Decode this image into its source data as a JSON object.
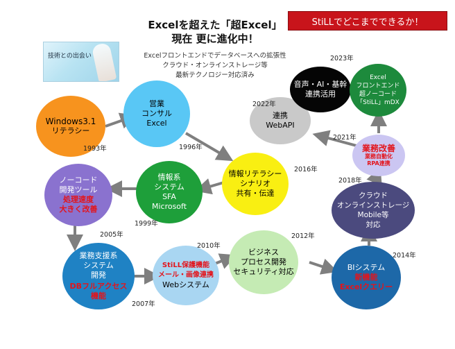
{
  "header": {
    "title_line1": "Excelを超えた「超Excel」",
    "title_line2": "現在 更に進化中！",
    "banner": "StiLLでどこまでできるか！",
    "sub_line1": "Excelフロントエンドでデータベースへの拡張性",
    "sub_line2": "クラウド・オンラインストレージ等",
    "sub_line3": "最新テクノロジー対応済み"
  },
  "photo": {
    "label": "技術との出会い"
  },
  "nodes": {
    "win31": {
      "lines": [
        "Windows3.1",
        "リテラシー"
      ],
      "year": "1993年"
    },
    "eigyo": {
      "lines": [
        "営業",
        "コンサル",
        "Excel"
      ],
      "year": "1996年"
    },
    "joho_lit": {
      "lines": [
        "情報リテラシー",
        "シナリオ",
        "共有・伝達"
      ],
      "year": "2016年"
    },
    "sfa": {
      "lines": [
        "情報系",
        "システム",
        "SFA",
        "Microsoft"
      ],
      "year": "1999年"
    },
    "nocode_tool": {
      "lines": [
        "ノーコード",
        "開発ツール"
      ],
      "red": [
        "処理速度",
        "大きく改善"
      ],
      "year": "2005年"
    },
    "gyomu": {
      "lines": [
        "業務支援系",
        "システム",
        "開発"
      ],
      "red": [
        "DBフルアクセス",
        "機能"
      ],
      "year": "2007年"
    },
    "still_web": {
      "red": [
        "StiLL保護機能",
        "メール・画像連携"
      ],
      "lines": [
        "Webシステム"
      ],
      "year": "2010年"
    },
    "business": {
      "lines": [
        "ビジネス",
        "プロセス開発",
        "セキュリティ対応"
      ],
      "year": "2012年"
    },
    "bi": {
      "lines": [
        "BIシステム"
      ],
      "red": [
        "新機能",
        "Excelクエリー"
      ],
      "year": "2014年"
    },
    "cloud": {
      "lines": [
        "クラウド",
        "オンラインストレージ",
        "Mobile等",
        "対応"
      ],
      "year": "2018年"
    },
    "kaizen": {
      "red": [
        "業務改善"
      ],
      "red_small": [
        "業務自動化",
        "RPA連携"
      ],
      "year": "2021年"
    },
    "webapi": {
      "lines": [
        "連携",
        "WebAPI"
      ],
      "year": "2022年"
    },
    "ai": {
      "lines": [
        "音声・AI・基幹",
        "連携活用"
      ],
      "year": "2023年"
    },
    "dx": {
      "lines": [
        "Excel",
        "フロントエンド",
        "超ノーコード",
        "「StiLL」mDX"
      ]
    }
  },
  "colors": {
    "orange": "#f7931e",
    "cyan": "#59c7f5",
    "yellow": "#f9ef12",
    "green": "#1e9f3a",
    "purple": "#8a72cf",
    "blue": "#1f82c4",
    "lightblue": "#a9d6f2",
    "lightgreen": "#c5ebb4",
    "darkblue": "#1d68a8",
    "slate": "#4b4a7e",
    "lavender": "#cbc6f2",
    "gray": "#c9c9c9",
    "black": "#050505",
    "darkgreen": "#1d8a3c",
    "red": "#e3141b",
    "arrow": "#7f7f7f"
  }
}
